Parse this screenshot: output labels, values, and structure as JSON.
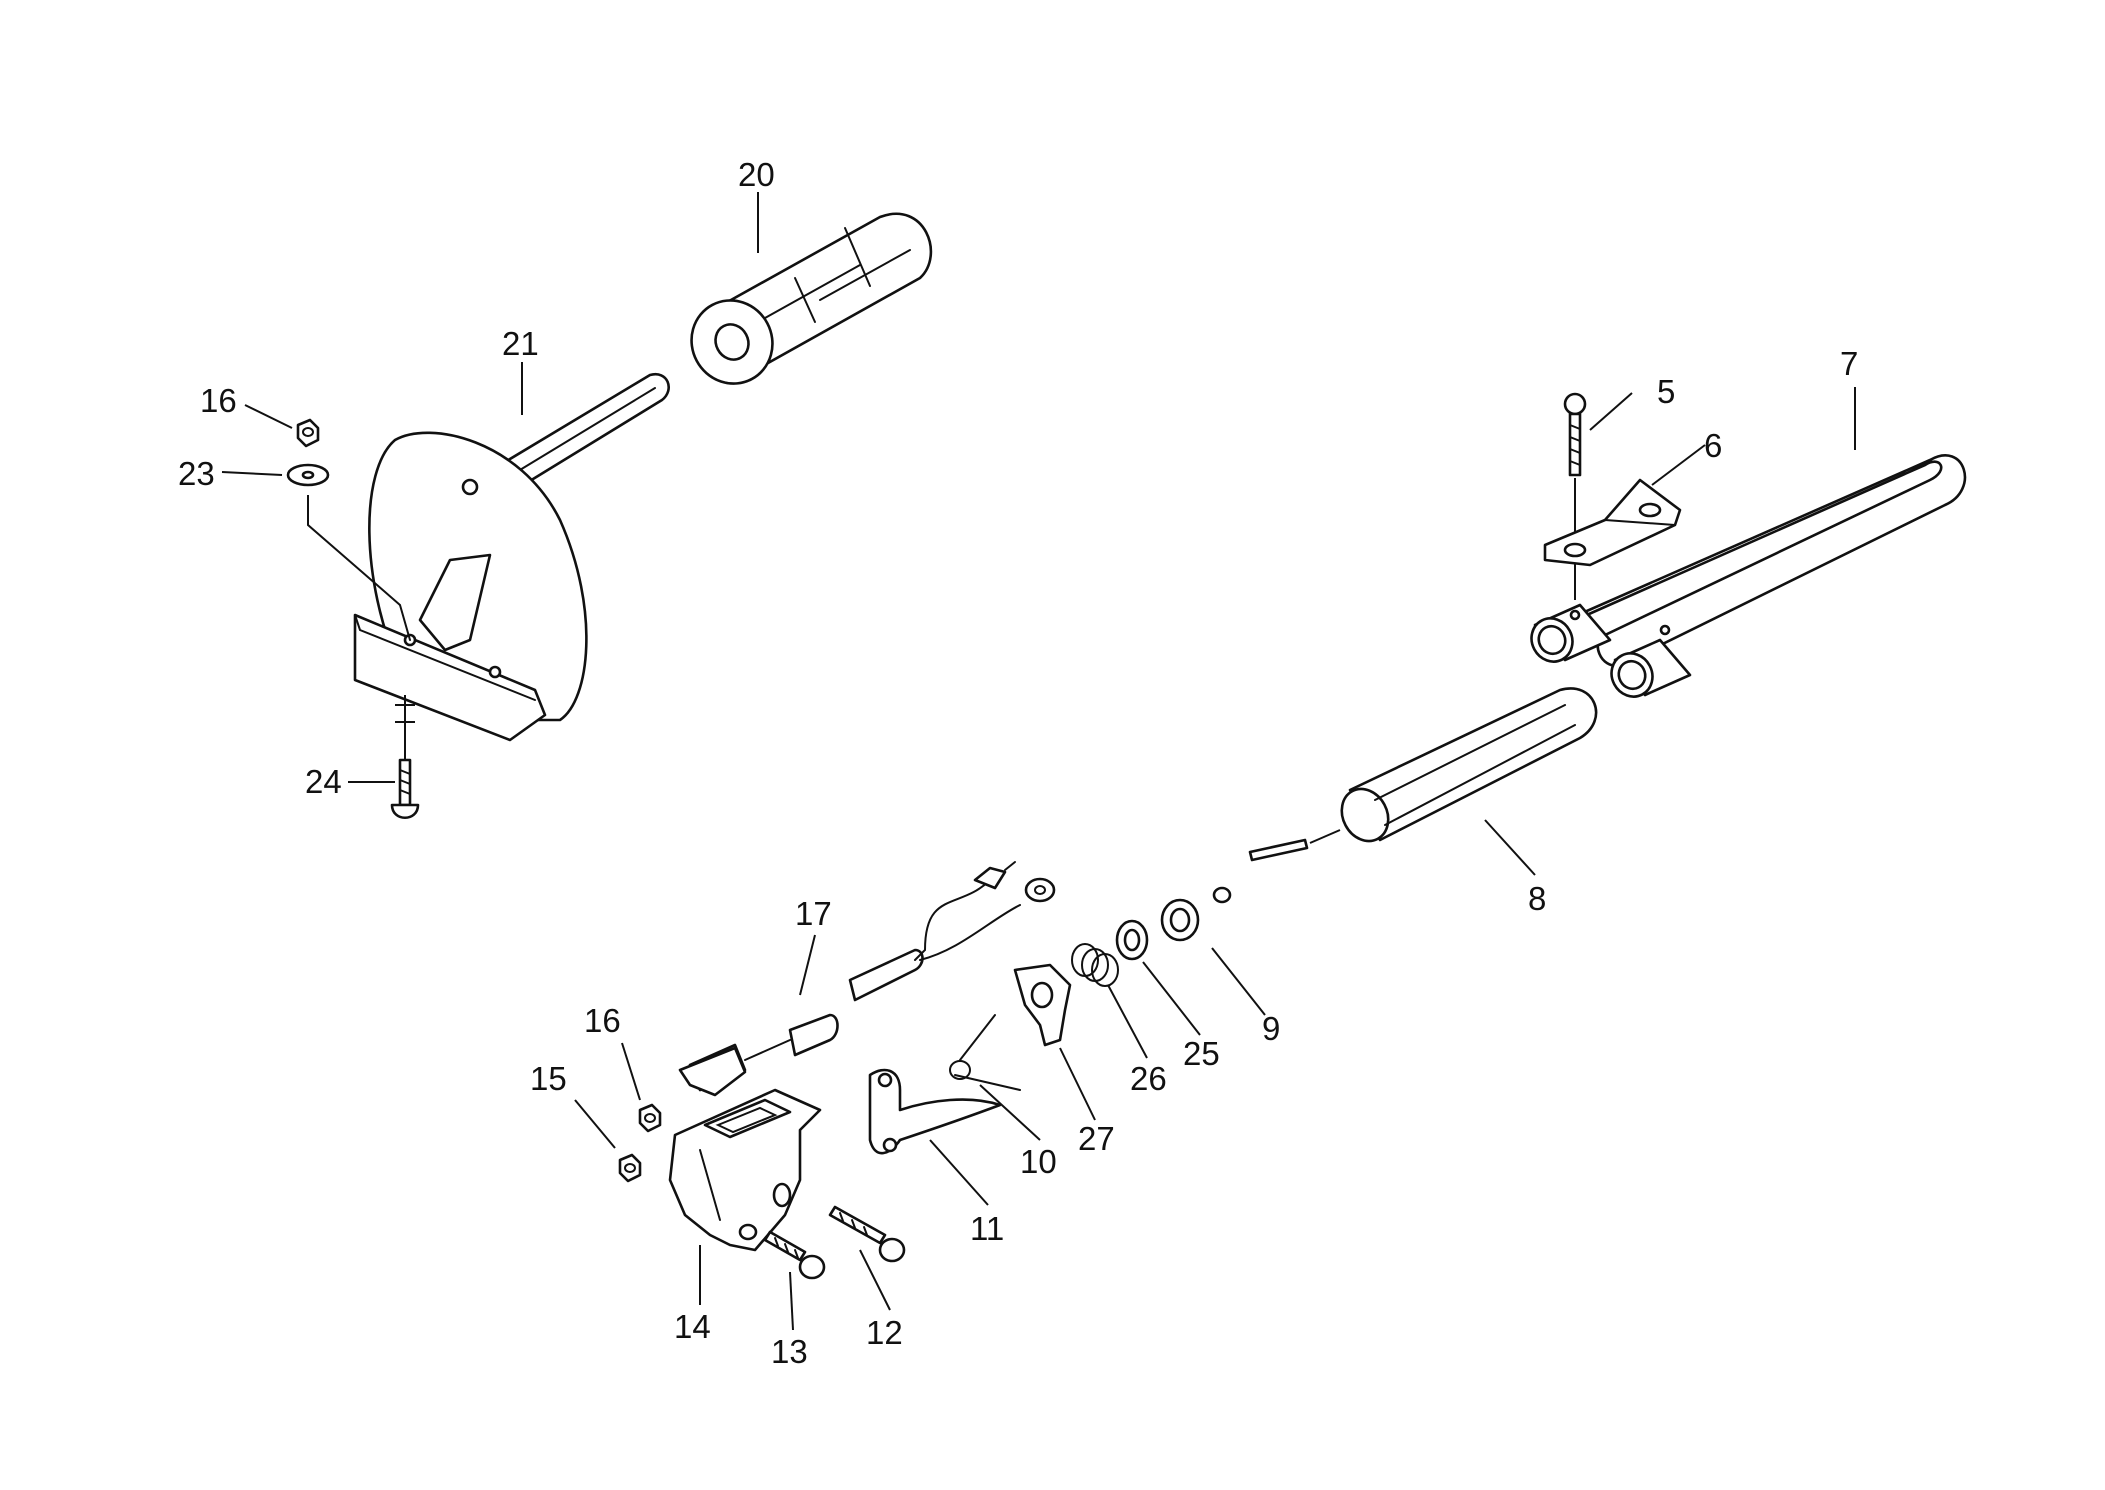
{
  "callouts": [
    "20",
    "21",
    "16",
    "23",
    "24",
    "5",
    "6",
    "7",
    "8",
    "17",
    "16",
    "15",
    "14",
    "13",
    "12",
    "11",
    "10",
    "27",
    "26",
    "25",
    "9"
  ],
  "colors": {
    "ink": "#111111",
    "paper": "#ffffff"
  }
}
